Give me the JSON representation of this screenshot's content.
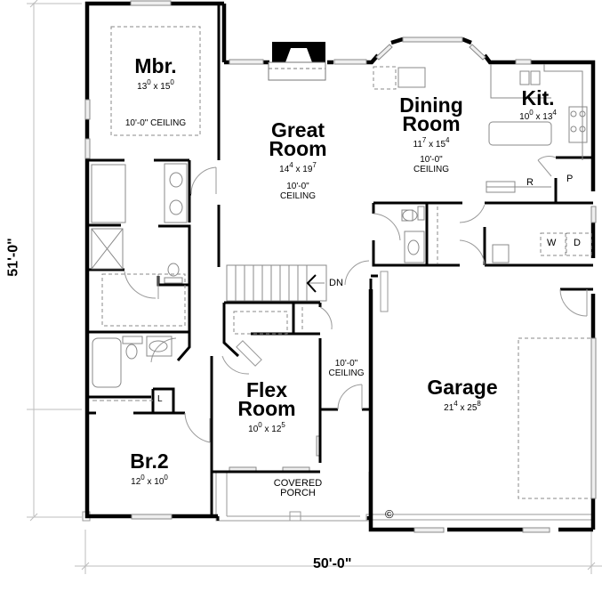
{
  "plan": {
    "overall_width": "50'-0\"",
    "overall_depth": "51'-0\"",
    "rooms": {
      "mbr": {
        "name": "Mbr.",
        "w": "13",
        "w_in": "0",
        "d": "15",
        "d_in": "0",
        "ceiling": "10'-0\" CEILING"
      },
      "great_room": {
        "name_line1": "Great",
        "name_line2": "Room",
        "w": "14",
        "w_in": "4",
        "d": "19",
        "d_in": "7",
        "ceiling_line1": "10'-0\"",
        "ceiling_line2": "CEILING"
      },
      "dining_room": {
        "name_line1": "Dining",
        "name_line2": "Room",
        "w": "11",
        "w_in": "7",
        "d": "15",
        "d_in": "4",
        "ceiling_line1": "10'-0\"",
        "ceiling_line2": "CEILING"
      },
      "kitchen": {
        "name": "Kit.",
        "w": "10",
        "w_in": "0",
        "d": "13",
        "d_in": "4"
      },
      "flex_room": {
        "name_line1": "Flex",
        "name_line2": "Room",
        "w": "10",
        "w_in": "0",
        "d": "12",
        "d_in": "5"
      },
      "br2": {
        "name": "Br.2",
        "w": "12",
        "w_in": "0",
        "d": "10",
        "d_in": "0"
      },
      "garage": {
        "name": "Garage",
        "w": "21",
        "w_in": "4",
        "d": "25",
        "d_in": "8"
      },
      "foyer": {
        "ceiling_line1": "10'-0\"",
        "ceiling_line2": "CEILING"
      },
      "porch": {
        "line1": "COVERED",
        "line2": "PORCH"
      }
    },
    "small_labels": {
      "stairs": "DN",
      "refrigerator": "R",
      "pantry": "P",
      "washer": "W",
      "dryer": "D",
      "linen": "L",
      "copyright": "©"
    }
  }
}
